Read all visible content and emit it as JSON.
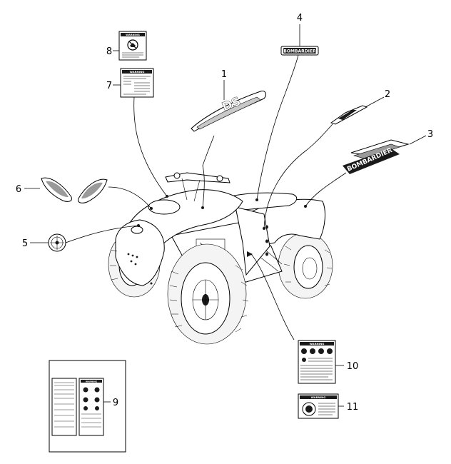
{
  "callouts": [
    {
      "id": "1",
      "label": "1"
    },
    {
      "id": "2",
      "label": "2"
    },
    {
      "id": "3",
      "label": "3"
    },
    {
      "id": "4",
      "label": "4"
    },
    {
      "id": "5",
      "label": "5"
    },
    {
      "id": "6",
      "label": "6"
    },
    {
      "id": "7",
      "label": "7"
    },
    {
      "id": "8",
      "label": "8"
    },
    {
      "id": "9",
      "label": "9"
    },
    {
      "id": "10",
      "label": "10"
    },
    {
      "id": "11",
      "label": "11"
    }
  ],
  "decals": {
    "warning_header": "WARNING",
    "logo_model": "DS",
    "logo_brand": "BOMBARDIER"
  }
}
